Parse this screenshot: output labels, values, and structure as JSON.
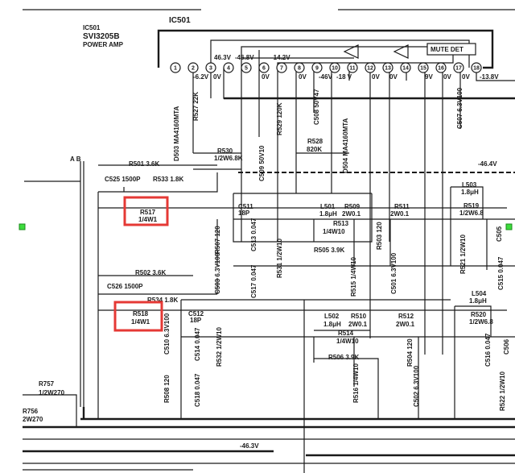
{
  "title": "IC501",
  "ic": {
    "ref": "IC501",
    "part": "SVI3205B",
    "function": "POWER AMP",
    "mute_block": "MUTE DET"
  },
  "pins": [
    "1",
    "2",
    "3",
    "4",
    "5",
    "6",
    "7",
    "8",
    "9",
    "10",
    "11",
    "12",
    "13",
    "14",
    "15",
    "16",
    "17",
    "18"
  ],
  "highlighted": [
    "R517",
    "R518"
  ],
  "colors": {
    "highlight": "#e53935",
    "marker": "#3ddc3d",
    "ink": "#1a1a1a"
  },
  "labels": {
    "v_p4": "46.3V",
    "v_p5": "-46.8V",
    "v_p7": "-14.2V",
    "v_p2": "-6.2V",
    "v_p3": "0V",
    "v_p6": "0V",
    "v_p8": "0V",
    "v_p9": "-46V",
    "v_p10": "-18 V",
    "v_p12": "0V",
    "v_p13": "0V",
    "v_p15": "9V",
    "v_p16": "0V",
    "v_p17": "0V",
    "v_p18": "-13.8V",
    "d503": "D503 MA4160MTA",
    "r527": "R527 22K",
    "c509": "C509 50V10",
    "r529": "R529 120K",
    "c508": "C508 50V47",
    "d504": "D504 MA4160MTA",
    "c507": "C507 6.3V100",
    "r528a": "R528",
    "r528b": "820K",
    "r530a": "R530",
    "r530b": "1/2W6.8K",
    "v_464": "-46.4V",
    "ab": "A B",
    "r501": "R501 3.6K",
    "c525": "C525 1500P",
    "r533": "R533 1.8K",
    "r517a": "R517",
    "r517b": "1/4W1",
    "c511a": "C511",
    "c511b": "18P",
    "l501a": "L501",
    "l501b": "1.8μH",
    "r509a": "R509",
    "r509b": "2W0.1",
    "r511a": "R511",
    "r511b": "2W0.1",
    "l503a": "L503",
    "l503b": "1.8μH",
    "r519a": "R519",
    "r519b": "1/2W6.8",
    "r513a": "R513",
    "r513b": "1/4W10",
    "r505": "R505 3.9K",
    "r507": "R507 120",
    "c513": "C513 0.047",
    "r531": "R531 1/2W10",
    "c503": "C503 6.3V100",
    "c517": "C517 0.047",
    "r515": "R515 1/4W10",
    "r503": "R503 120",
    "c501": "C501 6.3V100",
    "r521": "R521 1/2W10",
    "c505": "C505",
    "c515": "C515 0.047",
    "r502": "R502 3.6K",
    "c526": "C526 1500P",
    "r534": "R534 1.8K",
    "r518a": "R518",
    "r518b": "1/4W1",
    "c512a": "C512",
    "c512b": "18P",
    "c510": "C510 6.3V100",
    "c514": "C514 0.047",
    "r532": "R532 1/2W10",
    "r508": "R508 120",
    "c518": "C518 0.047",
    "l502a": "L502",
    "l502b": "1.8μH",
    "r510a": "R510",
    "r510b": "2W0.1",
    "r512a": "R512",
    "r512b": "2W0.1",
    "l504a": "L504",
    "l504b": "1.8μH",
    "r520a": "R520",
    "r520b": "1/2W6.8",
    "r514a": "R514",
    "r514b": "1/4W10",
    "r506": "R506 3.9K",
    "r516": "R516 1/4W10",
    "r504": "R504 120",
    "c502": "C502 6.3V100",
    "c516": "C516 0.047",
    "c506": "C506",
    "r522": "R522 1/2W10",
    "r757a": "R757",
    "r757b": "1/2W270",
    "r756a": "R756",
    "r756b": "2W270",
    "v_463": "-46.3V"
  }
}
